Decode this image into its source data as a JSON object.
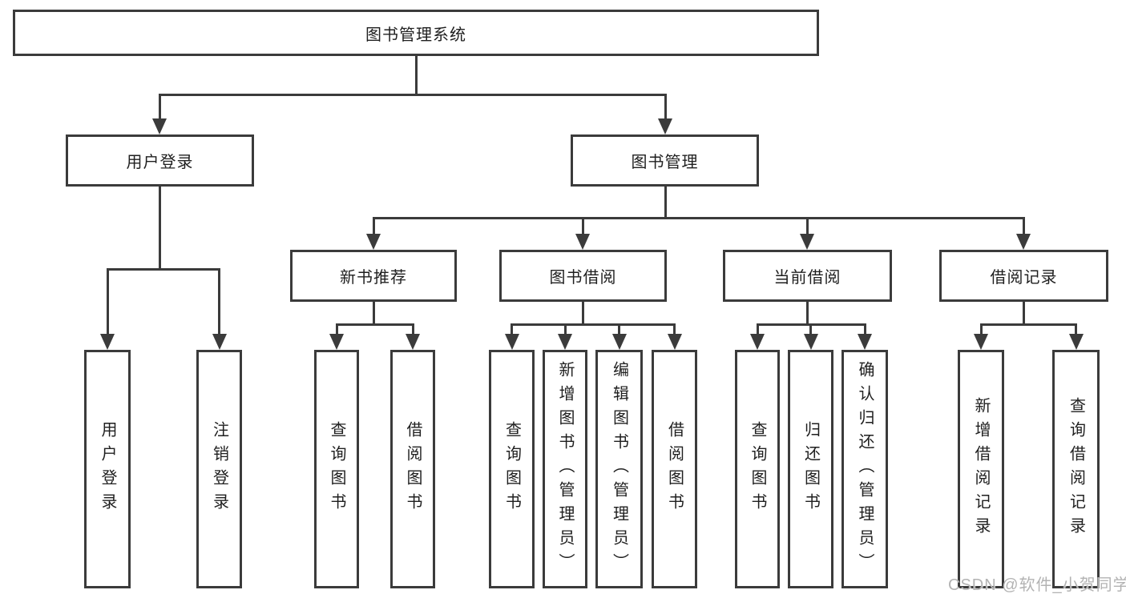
{
  "diagram": {
    "root": {
      "label": "图书管理系统"
    },
    "level2": [
      {
        "label": "用户登录"
      },
      {
        "label": "图书管理"
      }
    ],
    "level3": [
      {
        "label": "新书推荐"
      },
      {
        "label": "图书借阅"
      },
      {
        "label": "当前借阅"
      },
      {
        "label": "借阅记录"
      }
    ],
    "leaves": {
      "user_login": [
        "用户登录",
        "注销登录"
      ],
      "new_book": [
        "查询图书",
        "借阅图书"
      ],
      "borrow": [
        "查询图书",
        "新增图书（管理员）",
        "编辑图书（管理员）",
        "借阅图书"
      ],
      "current": [
        "查询图书",
        "归还图书",
        "确认归还（管理员）"
      ],
      "record": [
        "新增借阅记录",
        "查询借阅记录"
      ]
    },
    "colors": {
      "line": "#3b3b3b",
      "text": "#1f1f1f",
      "background": "#ffffff",
      "watermark": "#b3b3b3"
    }
  },
  "watermark": {
    "text": "CSDN @软件_小贺同学"
  }
}
